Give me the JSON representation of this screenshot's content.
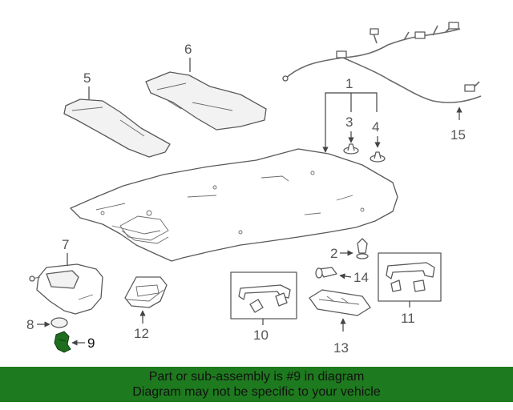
{
  "callouts": {
    "c1": "1",
    "c2": "2",
    "c3": "3",
    "c4": "4",
    "c5": "5",
    "c6": "6",
    "c7": "7",
    "c8": "8",
    "c9": "9",
    "c10": "10",
    "c11": "11",
    "c12": "12",
    "c13": "13",
    "c14": "14",
    "c15": "15"
  },
  "highlighted_part": "9",
  "banner": {
    "line1": "Part or sub-assembly is #9 in diagram",
    "line2": "Diagram may not be specific to your vehicle"
  },
  "colors": {
    "banner_background": "#1e7a1e",
    "highlight": "#1f6e1f",
    "line_art": "#5a5a5a"
  }
}
